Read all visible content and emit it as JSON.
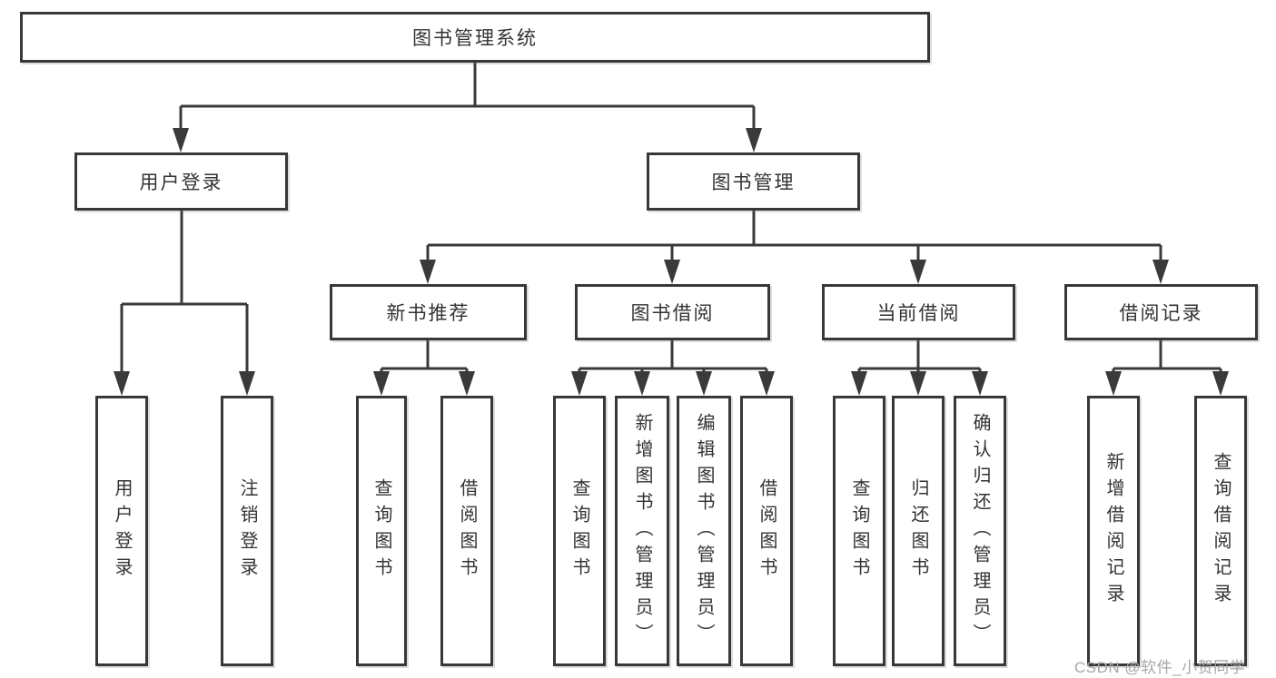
{
  "diagram_title": "图书管理系统",
  "nodes": {
    "root": "图书管理系统",
    "user_login": "用户登录",
    "book_management": "图书管理",
    "new_book_recommendation": "新书推荐",
    "book_borrowing": "图书借阅",
    "current_borrowing": "当前借阅",
    "borrowing_records": "借阅记录",
    "leaf_user_login": "用户登录",
    "leaf_logout": "注销登录",
    "leaf_query_books_1": "查询图书",
    "leaf_borrow_books_1": "借阅图书",
    "leaf_query_books_2": "查询图书",
    "leaf_add_books_admin": "新增图书（管理员）",
    "leaf_edit_books_admin": "编辑图书（管理员）",
    "leaf_borrow_books_2": "借阅图书",
    "leaf_query_books_3": "查询图书",
    "leaf_return_books": "归还图书",
    "leaf_confirm_return_admin": "确认归还（管理员）",
    "leaf_add_borrow_record": "新增借阅记录",
    "leaf_query_borrow_record": "查询借阅记录"
  },
  "hierarchy": {
    "图书管理系统": {
      "用户登录": [
        "用户登录",
        "注销登录"
      ],
      "图书管理": {
        "新书推荐": [
          "查询图书",
          "借阅图书"
        ],
        "图书借阅": [
          "查询图书",
          "新增图书（管理员）",
          "编辑图书（管理员）",
          "借阅图书"
        ],
        "当前借阅": [
          "查询图书",
          "归还图书",
          "确认归还（管理员）"
        ],
        "借阅记录": [
          "新增借阅记录",
          "查询借阅记录"
        ]
      }
    }
  },
  "watermark": {
    "text": "CSDN @软件_小贺同学"
  },
  "colors": {
    "line": "#3a3a3a",
    "box_border": "#383838",
    "text": "#333333",
    "background": "#ffffff",
    "watermark": "#a6a6a6"
  }
}
